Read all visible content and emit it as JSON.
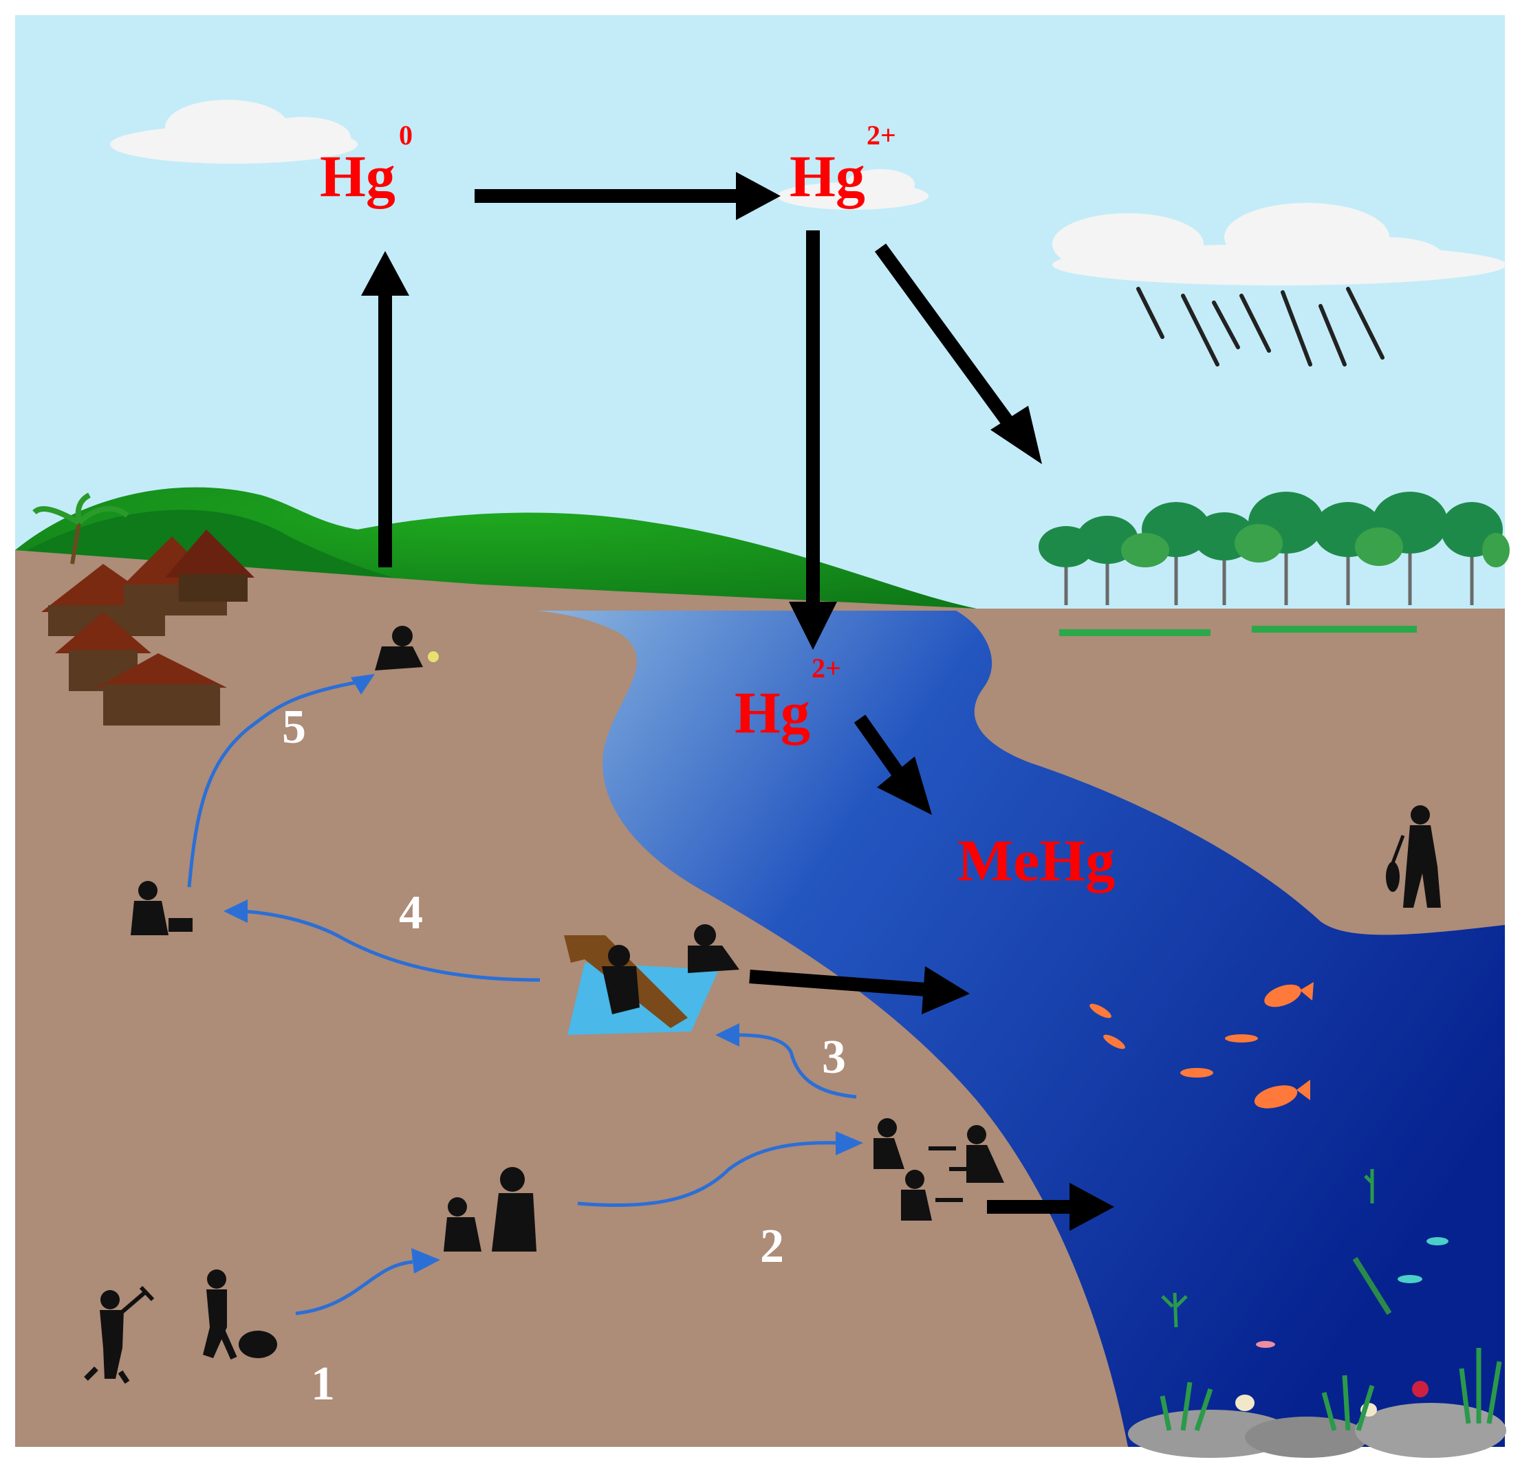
{
  "labels": {
    "hg0": {
      "base": "Hg",
      "superscript": "0"
    },
    "hg2_air": {
      "base": "Hg",
      "superscript": "2+"
    },
    "hg2_water": {
      "base": "Hg",
      "superscript": "2+"
    },
    "mehg": "MeHg"
  },
  "steps": [
    "1",
    "2",
    "3",
    "4",
    "5"
  ],
  "colors": {
    "sky": "#c3ecf8",
    "soil": "#ad8c78",
    "hill": "#1a9e1a",
    "water_dark": "#0a2a9e",
    "water_light": "#7aaad8",
    "label_red": "#ff0000",
    "process_arrow": "#2b6fd6",
    "flux_arrow": "#000000",
    "hut_roof": "#7a2a10",
    "hut_wall": "#5a3a20",
    "fish": "#ff7a3a"
  }
}
